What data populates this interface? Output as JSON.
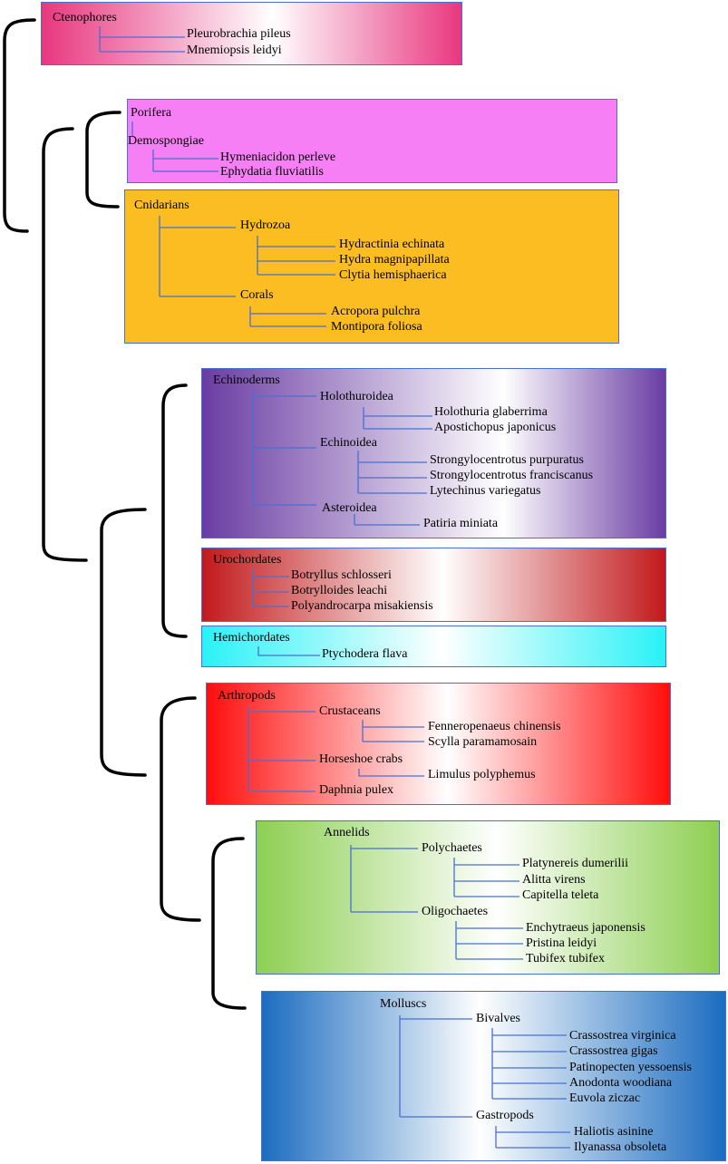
{
  "groups": {
    "ctenophores": {
      "label": "Ctenophores",
      "species": [
        "Pleurobrachia  pileus",
        "Mnemiopsis leidyi"
      ]
    },
    "porifera": {
      "label": "Porifera",
      "demospongiae": "Demospongiae",
      "species": [
        "Hymeniacidon perleve",
        "Ephydatia fluviatilis"
      ]
    },
    "cnidarians": {
      "label": "Cnidarians",
      "hydrozoa": {
        "label": "Hydrozoa",
        "species": [
          "Hydractinia echinata",
          "Hydra magnipapillata",
          "Clytia hemisphaerica"
        ]
      },
      "corals": {
        "label": "Corals",
        "species": [
          "Acropora pulchra",
          "Montipora foliosa"
        ]
      }
    },
    "echinoderms": {
      "label": "Echinoderms",
      "holothuroidea": {
        "label": "Holothuroidea",
        "species": [
          "Holothuria glaberrima",
          "Apostichopus japonicus"
        ]
      },
      "echinoidea": {
        "label": "Echinoidea",
        "species": [
          "Strongylocentrotus purpuratus",
          "Strongylocentrotus franciscanus",
          "Lytechinus variegatus"
        ]
      },
      "asteroidea": {
        "label": "Asteroidea",
        "species": [
          "Patiria miniata"
        ]
      }
    },
    "urochordates": {
      "label": "Urochordates",
      "species": [
        "Botryllus schlosseri",
        "Botrylloides leachi",
        "Polyandrocarpa misakiensis"
      ]
    },
    "hemichordates": {
      "label": "Hemichordates",
      "species": [
        "Ptychodera flava"
      ]
    },
    "arthropods": {
      "label": "Arthropods",
      "crustaceans": {
        "label": "Crustaceans",
        "species": [
          "Fenneropenaeus chinensis",
          "Scylla paramamosain"
        ]
      },
      "horseshoe": {
        "label": "Horseshoe crabs",
        "species": [
          "Limulus polyphemus"
        ]
      },
      "daphnia": "Daphnia pulex"
    },
    "annelids": {
      "label": "Annelids",
      "polychaetes": {
        "label": "Polychaetes",
        "species": [
          "Platynereis dumerilii",
          "Alitta virens",
          "Capitella teleta"
        ]
      },
      "oligochaetes": {
        "label": "Oligochaetes",
        "species": [
          "Enchytraeus japonensis",
          "Pristina leidyi",
          "Tubifex tubifex"
        ]
      }
    },
    "molluscs": {
      "label": "Molluscs",
      "bivalves": {
        "label": "Bivalves",
        "species": [
          "Crassostrea virginica",
          "Crassostrea gigas",
          "Patinopecten yessoensis",
          "Anodonta woodiana",
          "Euvola ziczac"
        ]
      },
      "gastropods": {
        "label": "Gastropods",
        "species": [
          "Haliotis asinine",
          "Ilyanassa obsoleta"
        ]
      }
    }
  },
  "colors": {
    "tree_line": "#000000",
    "connector_line": "#4a6fd0",
    "ctenophores": "#e8377f",
    "porifera": "#f77ff5",
    "cnidarians": "#fbbd22",
    "echinoderms": "#6a3ca3",
    "urochordates": "#c2191b",
    "hemichordates": "#29f2f6",
    "arthropods": "#ff0d0d",
    "annelids": "#8dcf52",
    "molluscs": "#1b6cc0"
  }
}
